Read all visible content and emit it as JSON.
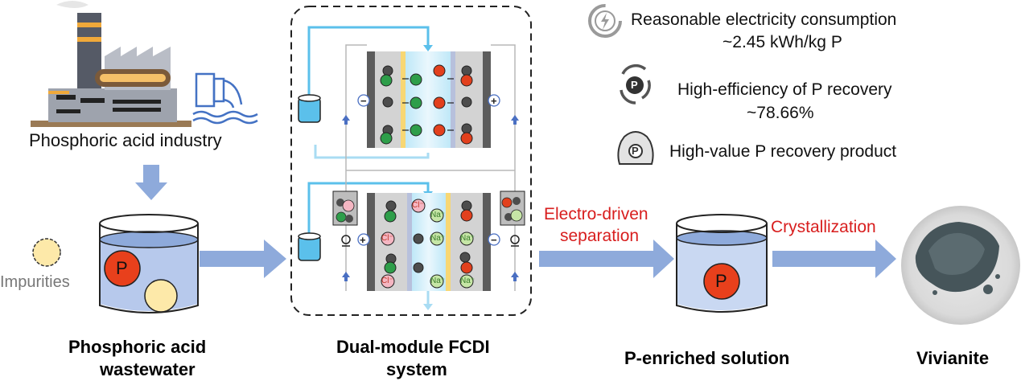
{
  "factory_label": "Phosphoric acid industry",
  "impurities_label": "Impurities",
  "p_symbol": "P",
  "captions": {
    "wastewater_line1": "Phosphoric acid",
    "wastewater_line2": "wastewater",
    "fcdi_line1": "Dual-module FCDI",
    "fcdi_line2": "system",
    "p_enriched": "P-enriched solution",
    "vivianite": "Vivianite"
  },
  "process_steps": {
    "electro_line1": "Electro-driven",
    "electro_line2": "separation",
    "crystallization": "Crystallization"
  },
  "metrics": {
    "electricity_title": "Reasonable electricity consumption",
    "electricity_value": "~2.45 kWh/kg P",
    "efficiency_title": "High-efficiency of P recovery",
    "efficiency_value": "~78.66%",
    "product_title": "High-value P recovery product"
  },
  "ions": {
    "cl": "Cl⁻",
    "na": "Na⁺"
  },
  "colors": {
    "arrow_blue": "#8eaadb",
    "flow_blue": "#5bc0eb",
    "red_text": "#d81e1e",
    "p_circle": "#e8401c",
    "impurity_yellow": "#fde9a9",
    "cation_green": "#2e9e4a",
    "anion_red": "#e2401d",
    "cl_pink": "#f4b6c2",
    "na_green": "#c6e6a6"
  }
}
